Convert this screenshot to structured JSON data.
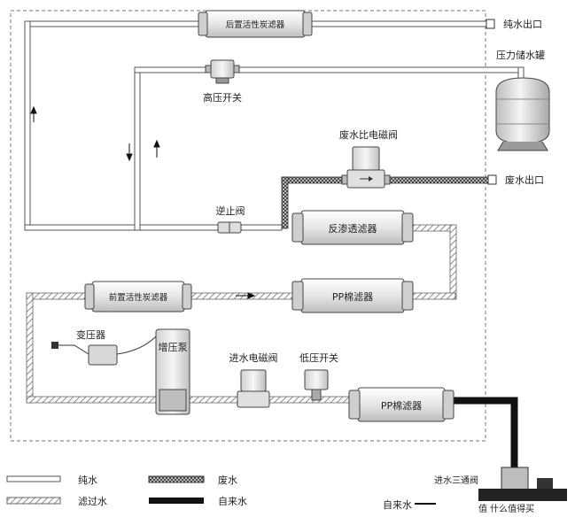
{
  "labels": {
    "post_carbon_filter": "后置活性炭滤器",
    "pure_water_outlet": "纯水出口",
    "pressure_tank": "压力储水罐",
    "high_pressure_switch": "高压开关",
    "waste_ratio_valve": "废水比电磁阀",
    "waste_water_outlet": "废水出口",
    "check_valve": "逆止阀",
    "ro_filter": "反渗透滤器",
    "pre_carbon_filter": "前置活性炭滤器",
    "pp_filter_upper": "PP棉滤器",
    "transformer": "变压器",
    "booster_pump": "增压泵",
    "inlet_solenoid_valve": "进水电磁阀",
    "low_pressure_switch": "低压开关",
    "pp_filter_lower": "PP棉滤器",
    "three_way_valve": "进水三通阀",
    "tap_water_inlet": "自来水",
    "watermark": "值 什么值得买"
  },
  "legend": [
    {
      "key": "pure",
      "label": "纯水"
    },
    {
      "key": "waste",
      "label": "废水"
    },
    {
      "key": "filtered",
      "label": "滤过水"
    },
    {
      "key": "tap",
      "label": "自来水"
    }
  ],
  "colors": {
    "pipe_outline": "#555555",
    "tap_water": "#111111",
    "hatch": "#888888",
    "filter_fill": "#eeeeee",
    "dashed_frame": "#777777"
  }
}
